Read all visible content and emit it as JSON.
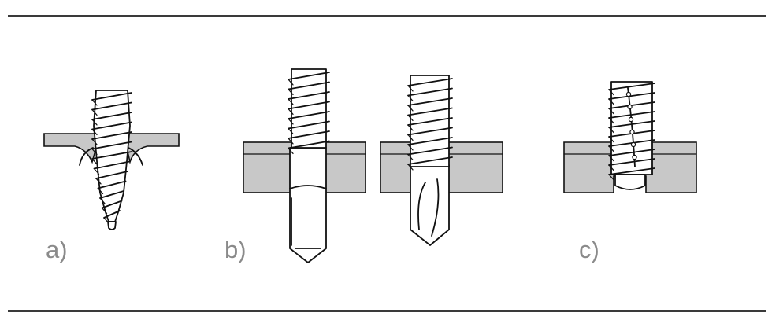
{
  "labels": {
    "a": "a)",
    "b": "b)",
    "c": "c)"
  },
  "colors": {
    "plate_fill": "#c8c8c8",
    "line": "#111111",
    "label": "#8a8a8a",
    "rule": "#3a3a3a"
  },
  "panels": [
    {
      "id": "a",
      "subject": "thread-forming-screw-in-punched-sheet"
    },
    {
      "id": "b",
      "subject": "self-drilling-screws-with-drill-point"
    },
    {
      "id": "c",
      "subject": "thread-cutting-screw-in-predrilled-plate"
    }
  ]
}
